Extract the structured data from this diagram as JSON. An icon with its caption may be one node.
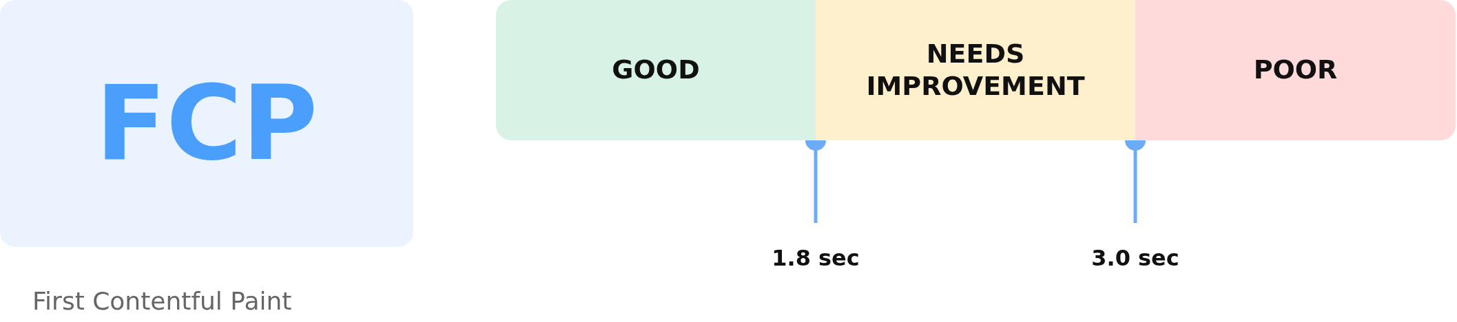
{
  "diagram": {
    "nodes": [
      {
        "text": [
          "FCP"
        ],
        "beside": [
          "First Contentful Paint"
        ]
      },
      {
        "text": [
          "GOOD"
        ]
      },
      {
        "text": [
          "NEEDS IMPROVEMENT"
        ]
      },
      {
        "text": [
          "POOR"
        ]
      }
    ],
    "labels": [
      "1.8 sec",
      "3.0 sec"
    ]
  }
}
